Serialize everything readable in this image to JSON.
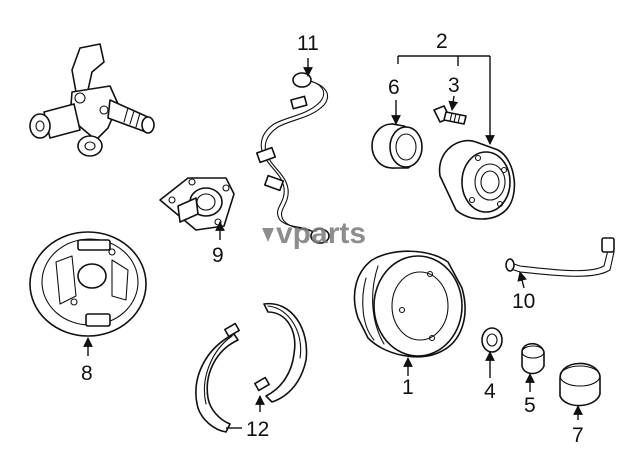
{
  "diagram": {
    "callouts": [
      {
        "id": "c1",
        "label": "1"
      },
      {
        "id": "c2",
        "label": "2"
      },
      {
        "id": "c3",
        "label": "3"
      },
      {
        "id": "c4",
        "label": "4"
      },
      {
        "id": "c5",
        "label": "5"
      },
      {
        "id": "c6",
        "label": "6"
      },
      {
        "id": "c7",
        "label": "7"
      },
      {
        "id": "c8",
        "label": "8"
      },
      {
        "id": "c9",
        "label": "9"
      },
      {
        "id": "c10",
        "label": "10"
      },
      {
        "id": "c11",
        "label": "11"
      },
      {
        "id": "c12",
        "label": "12"
      }
    ],
    "watermark": "vparts",
    "colors": {
      "line": "#111111",
      "watermark": "#7a7a7a",
      "background": "#ffffff"
    }
  }
}
